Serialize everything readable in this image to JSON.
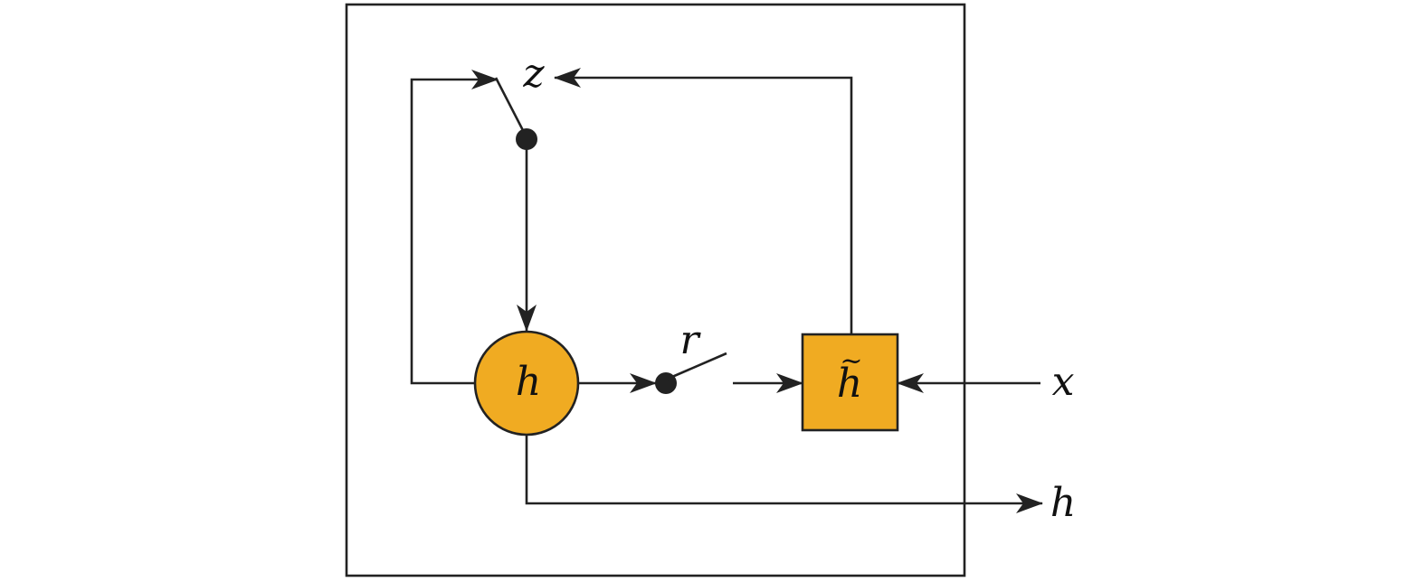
{
  "colors": {
    "node_fill": "#f0ab22",
    "stroke": "#222222",
    "background": "#ffffff"
  },
  "labels": {
    "update_gate": "z",
    "reset_gate": "r",
    "hidden_state_node": "h",
    "candidate_state_node": "h",
    "candidate_tilde": "~",
    "input": "x",
    "output": "h"
  }
}
